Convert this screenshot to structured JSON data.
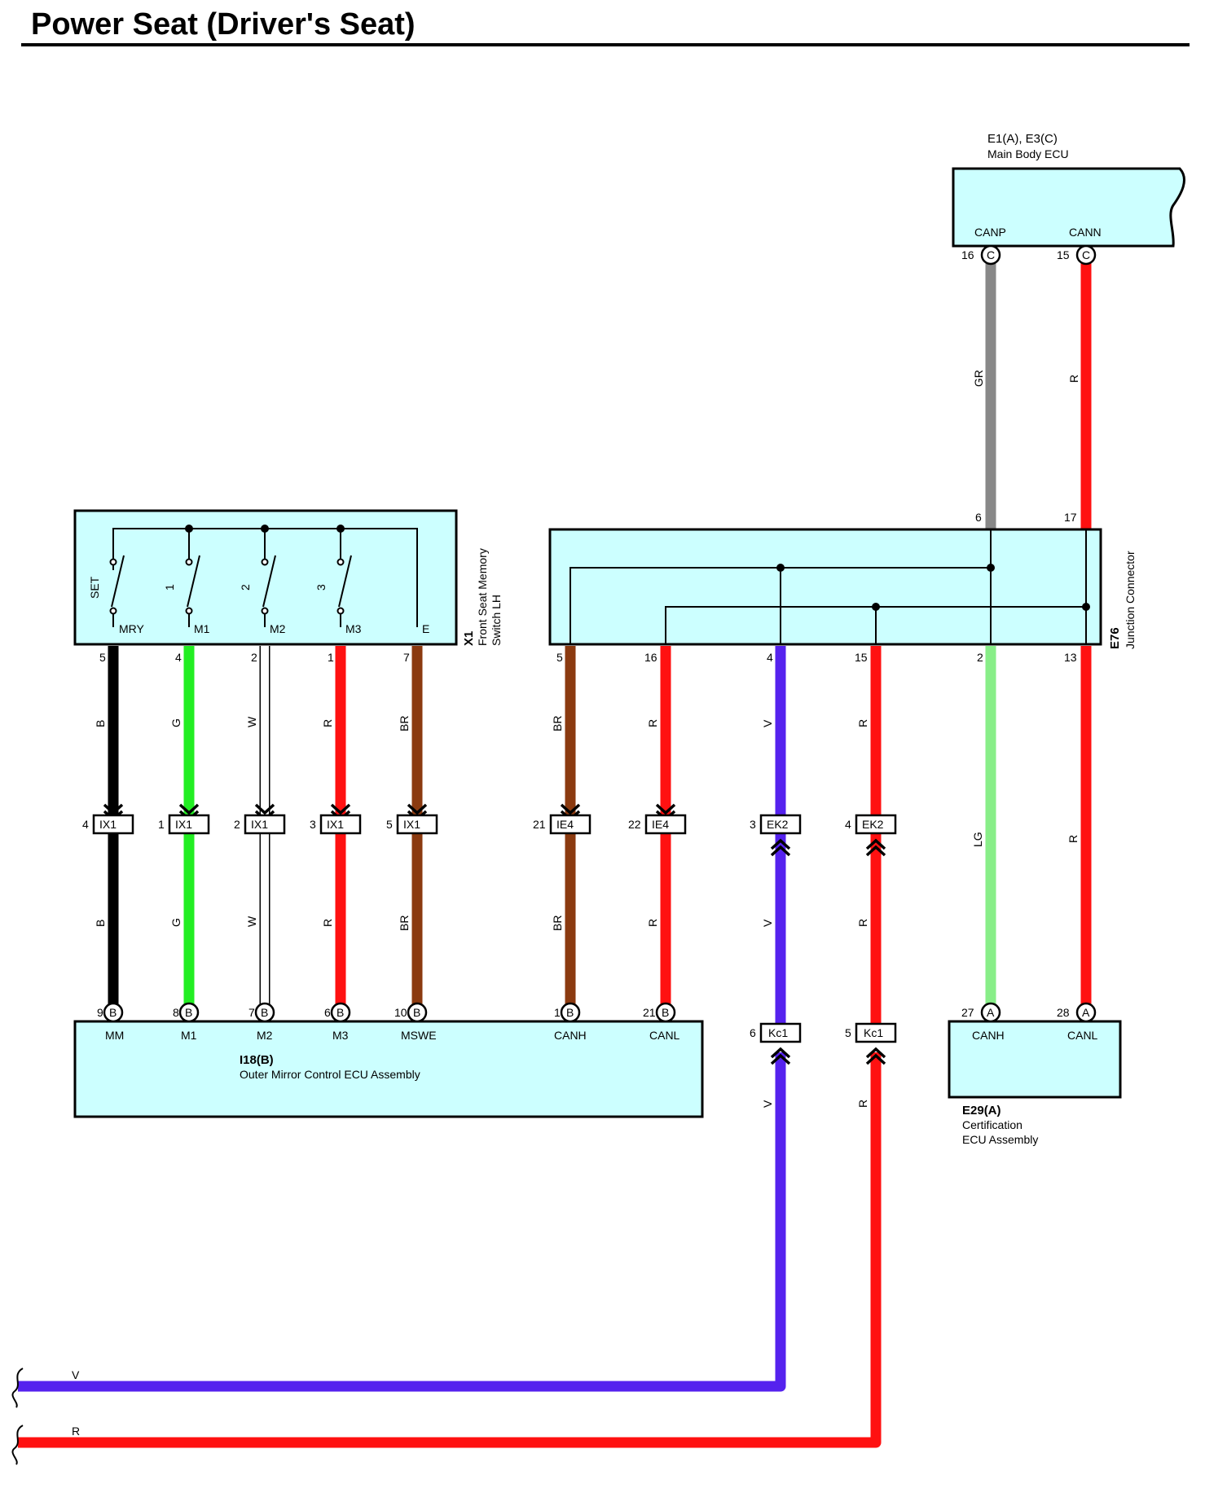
{
  "title": "Power Seat (Driver's Seat)",
  "colors": {
    "B": "#000000",
    "G": "#22ee22",
    "W": "#ffffff",
    "R": "#ff1111",
    "BR": "#8b3a10",
    "V": "#5522ee",
    "GR": "#888888",
    "LG": "#88ee88",
    "component_fill": "#ccffff"
  },
  "components": {
    "main_body_ecu": {
      "id": "E1(A), E3(C)",
      "name": "Main Body ECU",
      "terminals": [
        "CANP",
        "CANN"
      ],
      "pins": [
        "16",
        "15"
      ],
      "connector": "C"
    },
    "memory_switch": {
      "id": "X1",
      "name_line1": "Front Seat Memory",
      "name_line2": "Switch LH",
      "switches": [
        "SET",
        "1",
        "2",
        "3"
      ],
      "terminals": [
        "MRY",
        "M1",
        "M2",
        "M3",
        "E"
      ],
      "pins": [
        "5",
        "4",
        "2",
        "1",
        "7"
      ]
    },
    "junction": {
      "id": "E76",
      "name": "Junction Connector",
      "top_pins": [
        "6",
        "17"
      ],
      "bottom_pins": [
        "5",
        "16",
        "4",
        "15",
        "2",
        "13"
      ]
    },
    "mirror_ecu": {
      "id": "I18(B)",
      "name": "Outer Mirror Control ECU Assembly",
      "terminals": [
        "MM",
        "M1",
        "M2",
        "M3",
        "MSWE",
        "CANH",
        "CANL"
      ],
      "pins": [
        "9",
        "8",
        "7",
        "6",
        "10",
        "1",
        "21"
      ],
      "connector": "B"
    },
    "cert_ecu": {
      "id": "E29(A)",
      "name_line1": "Certification",
      "name_line2": "ECU Assembly",
      "terminals": [
        "CANH",
        "CANL"
      ],
      "pins": [
        "27",
        "28"
      ],
      "connector": "A"
    }
  },
  "wires": {
    "top_gr": "GR",
    "top_r": "R",
    "upper": [
      "B",
      "G",
      "W",
      "R",
      "BR",
      "BR",
      "R",
      "V",
      "R",
      "LG",
      "R"
    ],
    "lower": [
      "B",
      "G",
      "W",
      "R",
      "BR",
      "BR",
      "R",
      "V",
      "R"
    ],
    "right_lg": "LG",
    "right_r": "R",
    "kc_v": "V",
    "kc_r": "R",
    "exit_v": "V",
    "exit_r": "R"
  },
  "inline_connectors": [
    {
      "name": "IX1",
      "pin": "4"
    },
    {
      "name": "IX1",
      "pin": "1"
    },
    {
      "name": "IX1",
      "pin": "2"
    },
    {
      "name": "IX1",
      "pin": "3"
    },
    {
      "name": "IX1",
      "pin": "5"
    },
    {
      "name": "IE4",
      "pin": "21"
    },
    {
      "name": "IE4",
      "pin": "22"
    },
    {
      "name": "EK2",
      "pin": "3"
    },
    {
      "name": "EK2",
      "pin": "4"
    }
  ],
  "kc_connectors": [
    {
      "name": "Kc1",
      "pin": "6"
    },
    {
      "name": "Kc1",
      "pin": "5"
    }
  ]
}
